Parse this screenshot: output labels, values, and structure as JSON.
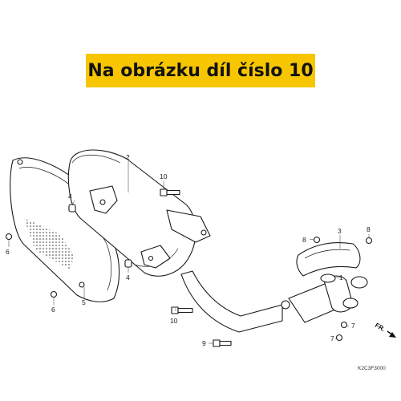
{
  "banner": {
    "text": "Na obrázku díl číslo 10"
  },
  "direction_label": "FR.",
  "diagram_code": "K2C3F3000",
  "callouts": {
    "n1": "1",
    "n2": "2",
    "n3": "3",
    "n4a": "4",
    "n4b": "4",
    "n5": "5",
    "n6a": "6",
    "n6b": "6",
    "n7a": "7",
    "n7b": "7",
    "n8a": "8",
    "n8b": "8",
    "n9": "9",
    "n10a": "10",
    "n10b": "10"
  }
}
